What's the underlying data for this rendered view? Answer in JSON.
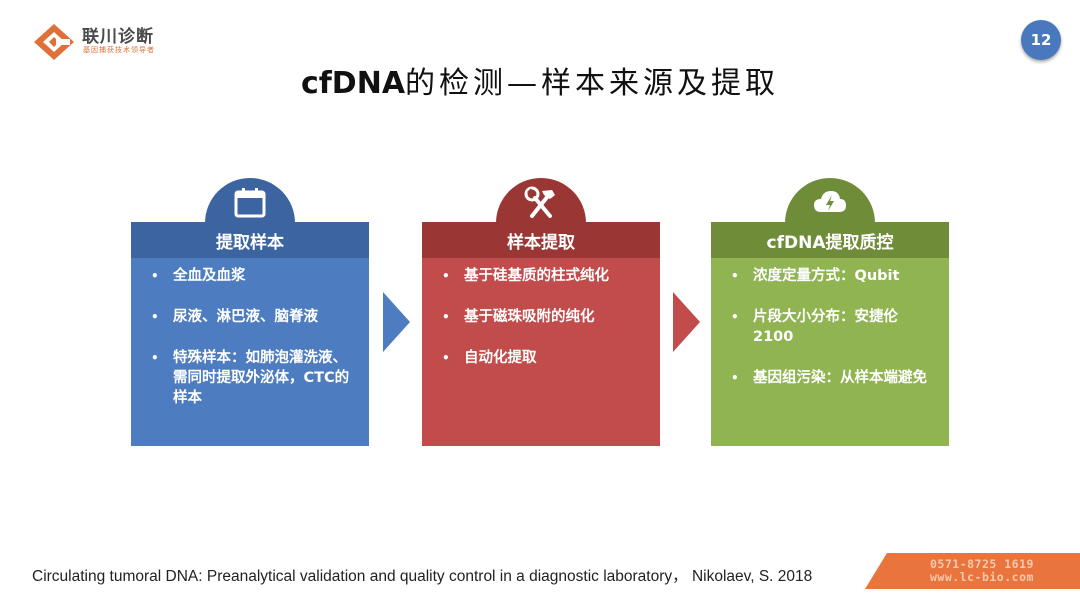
{
  "header": {
    "logo": {
      "name": "联川诊断",
      "tagline": "基因捕获技术领导者",
      "icon": "lc-logo-icon",
      "color": "#e0703a"
    },
    "page_number": "12",
    "title_prefix": "cfDNA",
    "title_rest": "的检测—样本来源及提取"
  },
  "cards": [
    {
      "title": "提取样本",
      "icon": "calendar-icon",
      "colors": {
        "header": "#3b64a0",
        "body": "#4d7cc0"
      },
      "items": [
        "全血及血浆",
        "尿液、淋巴液、脑脊液",
        "特殊样本：如肺泡灌洗液、需同时提取外泌体，CTC的样本"
      ]
    },
    {
      "title": "样本提取",
      "icon": "hammer-wrench-icon",
      "colors": {
        "header": "#9a3633",
        "body": "#c24b4b"
      },
      "items": [
        "基于硅基质的柱式纯化",
        "基于磁珠吸附的纯化",
        "自动化提取"
      ]
    },
    {
      "title": "cfDNA提取质控",
      "icon": "cloud-lightning-icon",
      "colors": {
        "header": "#6f8d39",
        "body": "#91b453"
      },
      "items": [
        "浓度定量方式：Qubit",
        "片段大小分布：安捷伦2100",
        "基因组污染：从样本端避免"
      ]
    }
  ],
  "bullet": "•",
  "footer": {
    "citation": "Circulating tumoral DNA: Preanalytical validation and quality control in a diagnostic laboratory，  Nikolaev, S. 2018",
    "phone": "0571-8725 1619",
    "website": "www.lc-bio.com",
    "banner_color": "#e9743d"
  }
}
